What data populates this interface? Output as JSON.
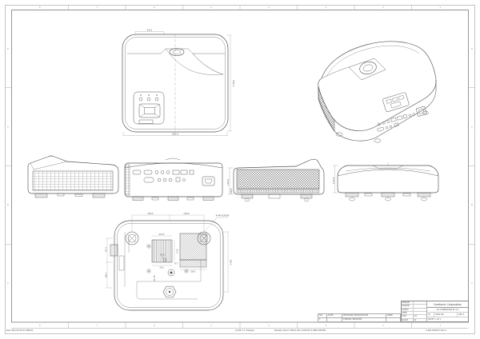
{
  "sheet": {
    "zones_top": [
      "8",
      "7",
      "6",
      "5",
      "4",
      "3",
      "2",
      "1"
    ],
    "zones_bottom": [
      "8",
      "7",
      "6",
      "5",
      "4",
      "3",
      "2",
      "1"
    ],
    "zones_left": [
      "D",
      "C",
      "B",
      "A"
    ],
    "zones_right": [
      "D",
      "C",
      "B",
      "A"
    ],
    "footer": {
      "part": "Part Numb:K10-CBL00",
      "design": "(m)B.T.I. Design",
      "reality": "Reality Num:CBL0-00-m00CD-0-9BnO6UBV",
      "corner_note": "1-B0-00023 Ver.0"
    },
    "title_block": {
      "company": "Coretronic Corporation",
      "note": "ALL DIMENSIONS IN mm",
      "approvals": [
        {
          "label": "DESIGN",
          "value": ""
        },
        {
          "label": "DRAWN",
          "value": ""
        },
        {
          "label": "CHECK",
          "value": ""
        },
        {
          "label": "APPR",
          "value": ""
        },
        {
          "label": "UNIT",
          "value": "mm"
        },
        {
          "label": "SCALE",
          "value": "1/2"
        }
      ],
      "size": "A3",
      "dwg_label": "DWG NO.",
      "rev_label": "REV 0",
      "sheet_label": "SHEET 1 OF 1",
      "rev_table": {
        "headers": [
          "NO",
          "DATE",
          "REVISION DESCRIPTION",
          "APPD"
        ],
        "row": [
          "1",
          "",
          "FORMAL RELEASE",
          ""
        ]
      }
    }
  },
  "dims": {
    "top_small": "43.0",
    "top_depth": "303.4",
    "top_width": "383.0",
    "side_h": "110.0",
    "side_foot": "13.5",
    "front_h": "110.0",
    "bv_top1": "150.5",
    "bv_top2": "139.6",
    "bv_right": "144.0",
    "bv_left1": "97.2",
    "bv_left2": "86.0",
    "bv_vent_w": "45.07",
    "bv_vent_h": "30.5",
    "bv_vent_b": "76.2",
    "bv_vent2_b": "29.8",
    "bv_c1": "14.5",
    "bv_c2": "9.7",
    "bv_c3": "41.45",
    "bv_callout": "4-M4 SCREW"
  }
}
